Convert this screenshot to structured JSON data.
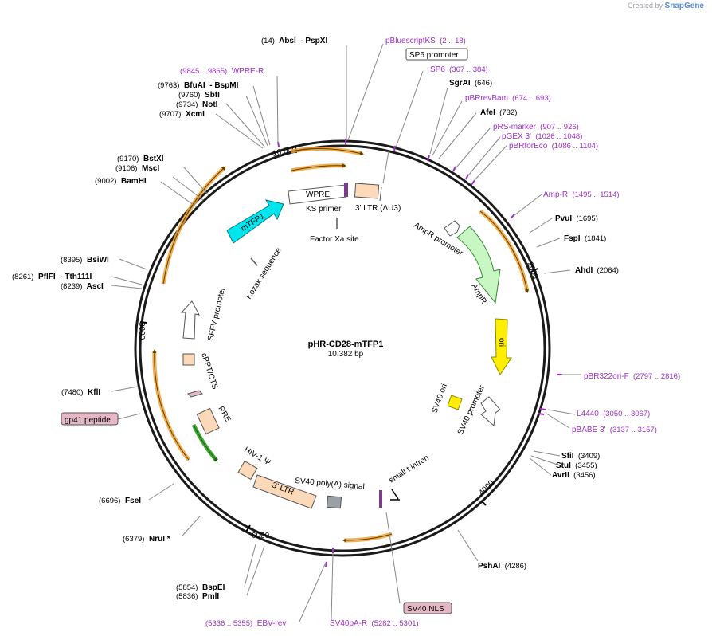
{
  "app": {
    "credit_prefix": "Created by",
    "credit_brand": "SnapGene"
  },
  "plasmid": {
    "name": "pHR-CD28-mTFP1",
    "size": "10,382 bp"
  },
  "ticks": [
    "2000",
    "4000",
    "6000",
    "8000",
    "10,000"
  ],
  "enzymes": [
    {
      "id": "absi",
      "parts": [
        {
          "t": "(14)",
          "c": "pos"
        },
        {
          "t": "  AbsI",
          "c": "enz"
        },
        {
          "t": "  - PspXI",
          "c": "enz"
        }
      ]
    },
    {
      "id": "bfuai",
      "parts": [
        {
          "t": "(9763)",
          "c": "pos"
        },
        {
          "t": "  BfuAI",
          "c": "enz"
        },
        {
          "t": "  - BspMI",
          "c": "enz"
        }
      ]
    },
    {
      "id": "sbfi",
      "parts": [
        {
          "t": "(9760)",
          "c": "pos"
        },
        {
          "t": "  SbfI",
          "c": "enz"
        }
      ]
    },
    {
      "id": "noti",
      "parts": [
        {
          "t": "(9734)",
          "c": "pos"
        },
        {
          "t": "  NotI",
          "c": "enz"
        }
      ]
    },
    {
      "id": "xcmi",
      "parts": [
        {
          "t": "(9707)",
          "c": "pos"
        },
        {
          "t": "  XcmI",
          "c": "enz"
        }
      ]
    },
    {
      "id": "bstxi",
      "parts": [
        {
          "t": "(9170)",
          "c": "pos"
        },
        {
          "t": "  BstXI",
          "c": "enz"
        }
      ]
    },
    {
      "id": "msci",
      "parts": [
        {
          "t": "(9106)",
          "c": "pos"
        },
        {
          "t": "  MscI",
          "c": "enz"
        }
      ]
    },
    {
      "id": "bamhi",
      "parts": [
        {
          "t": "(9002)",
          "c": "pos"
        },
        {
          "t": "  BamHI",
          "c": "enz"
        }
      ]
    },
    {
      "id": "bsiwi",
      "parts": [
        {
          "t": "(8395)",
          "c": "pos"
        },
        {
          "t": "  BsiWI",
          "c": "enz"
        }
      ]
    },
    {
      "id": "pflfi",
      "parts": [
        {
          "t": "(8261)",
          "c": "pos"
        },
        {
          "t": "  PflFI",
          "c": "enz"
        },
        {
          "t": "  - Tth111I",
          "c": "enz"
        }
      ]
    },
    {
      "id": "asci",
      "parts": [
        {
          "t": "(8239)",
          "c": "pos"
        },
        {
          "t": "  AscI",
          "c": "enz"
        }
      ]
    },
    {
      "id": "kfli",
      "parts": [
        {
          "t": "(7480)",
          "c": "pos"
        },
        {
          "t": "  KflI",
          "c": "enz"
        }
      ]
    },
    {
      "id": "fsei",
      "parts": [
        {
          "t": "(6696)",
          "c": "pos"
        },
        {
          "t": "  FseI",
          "c": "enz"
        }
      ]
    },
    {
      "id": "nrui",
      "parts": [
        {
          "t": "(6379)",
          "c": "pos"
        },
        {
          "t": "  NruI *",
          "c": "enz"
        }
      ]
    },
    {
      "id": "bspei",
      "parts": [
        {
          "t": "(5854)",
          "c": "pos"
        },
        {
          "t": "  BspEI",
          "c": "enz"
        }
      ]
    },
    {
      "id": "pmli",
      "parts": [
        {
          "t": "(5836)",
          "c": "pos"
        },
        {
          "t": "  PmlI",
          "c": "enz"
        }
      ]
    },
    {
      "id": "sgrai",
      "parts": [
        {
          "t": "SgrAI",
          "c": "enz"
        },
        {
          "t": "  (646)",
          "c": "pos"
        }
      ]
    },
    {
      "id": "afei",
      "parts": [
        {
          "t": "AfeI",
          "c": "enz"
        },
        {
          "t": "  (732)",
          "c": "pos"
        }
      ]
    },
    {
      "id": "pvui",
      "parts": [
        {
          "t": "PvuI",
          "c": "enz"
        },
        {
          "t": "  (1695)",
          "c": "pos"
        }
      ]
    },
    {
      "id": "fspi",
      "parts": [
        {
          "t": "FspI",
          "c": "enz"
        },
        {
          "t": "  (1841)",
          "c": "pos"
        }
      ]
    },
    {
      "id": "ahdi",
      "parts": [
        {
          "t": "AhdI",
          "c": "enz"
        },
        {
          "t": "  (2064)",
          "c": "pos"
        }
      ]
    },
    {
      "id": "sfii",
      "parts": [
        {
          "t": "SfiI",
          "c": "enz"
        },
        {
          "t": "  (3409)",
          "c": "pos"
        }
      ]
    },
    {
      "id": "stui",
      "parts": [
        {
          "t": "StuI",
          "c": "enz"
        },
        {
          "t": "  (3455)",
          "c": "pos"
        }
      ]
    },
    {
      "id": "avrii",
      "parts": [
        {
          "t": "AvrII",
          "c": "enz"
        },
        {
          "t": "  (3456)",
          "c": "pos"
        }
      ]
    },
    {
      "id": "pshai",
      "parts": [
        {
          "t": "PshAI",
          "c": "enz"
        },
        {
          "t": "  (4286)",
          "c": "pos"
        }
      ]
    }
  ],
  "primers": [
    {
      "id": "pbluescriptks",
      "parts": [
        {
          "t": "pBluescriptKS",
          "c": ""
        },
        {
          "t": "  (2 .. 18)",
          "c": "pos"
        }
      ]
    },
    {
      "id": "wpre-r",
      "parts": [
        {
          "t": "(9845 .. 9865)",
          "c": "pos"
        },
        {
          "t": "  WPRE-R",
          "c": ""
        }
      ]
    },
    {
      "id": "sp6",
      "parts": [
        {
          "t": "SP6",
          "c": ""
        },
        {
          "t": "  (367 .. 384)",
          "c": "pos"
        }
      ]
    },
    {
      "id": "pbrrevbam",
      "parts": [
        {
          "t": "pBRrevBam",
          "c": ""
        },
        {
          "t": "  (674 .. 693)",
          "c": "pos"
        }
      ]
    },
    {
      "id": "prs-marker",
      "parts": [
        {
          "t": "pRS-marker",
          "c": ""
        },
        {
          "t": "  (907 .. 926)",
          "c": "pos"
        }
      ]
    },
    {
      "id": "pgex3",
      "parts": [
        {
          "t": "pGEX 3'",
          "c": ""
        },
        {
          "t": "  (1026 .. 1048)",
          "c": "pos"
        }
      ]
    },
    {
      "id": "pbrforeco",
      "parts": [
        {
          "t": "pBRforEco",
          "c": ""
        },
        {
          "t": "  (1086 .. 1104)",
          "c": "pos"
        }
      ]
    },
    {
      "id": "amp-r",
      "parts": [
        {
          "t": "Amp-R",
          "c": ""
        },
        {
          "t": "  (1495 .. 1514)",
          "c": "pos"
        }
      ]
    },
    {
      "id": "pbr322ori-f",
      "parts": [
        {
          "t": "pBR322ori-F",
          "c": ""
        },
        {
          "t": "  (2797 .. 2816)",
          "c": "pos"
        }
      ]
    },
    {
      "id": "l4440",
      "parts": [
        {
          "t": "L4440",
          "c": ""
        },
        {
          "t": "  (3050 .. 3067)",
          "c": "pos"
        }
      ]
    },
    {
      "id": "pbabe3",
      "parts": [
        {
          "t": "pBABE 3'",
          "c": ""
        },
        {
          "t": "  (3137 .. 3157)",
          "c": "pos"
        }
      ]
    },
    {
      "id": "ebv-rev",
      "parts": [
        {
          "t": "(5336 .. 5355)",
          "c": "pos"
        },
        {
          "t": "  EBV-rev",
          "c": ""
        }
      ]
    },
    {
      "id": "sv40pa-r",
      "parts": [
        {
          "t": "SV40pA-R",
          "c": ""
        },
        {
          "t": "  (5282 .. 5301)",
          "c": "pos"
        }
      ]
    }
  ],
  "boxed_labels": {
    "sp6_promoter": "SP6 promoter",
    "gp41_peptide": "gp41 peptide",
    "sv40_nls": "SV40 NLS"
  },
  "features": {
    "wpre": "WPRE",
    "ks_primer": "KS primer",
    "ltr3_du3": "3' LTR (ΔU3)",
    "mtfp1": "mTFP1",
    "factor_xa": "Factor Xa site",
    "kozak": "Kozak sequence",
    "ampr_promoter": "AmpR promoter",
    "ampr": "AmpR",
    "ori": "ori",
    "sffv": "SFFV promoter",
    "cppt": "cPPT/CTS",
    "rre": "RRE",
    "sv40_ori": "SV40 ori",
    "sv40_promoter": "SV40 promoter",
    "hiv_psi": "HIV-1 Ψ",
    "ltr3": "3' LTR",
    "sv40_polya": "SV40 poly(A) signal",
    "small_t": "small t intron"
  },
  "colors": {
    "ring": "#1a1a1a",
    "primer": "#9b30c8",
    "orf_arc": "#f0a030",
    "mtfp1": "#00e5ee",
    "ltr": "#fcd9b8",
    "ampr": "#c9f7c4",
    "ori": "#ffee00",
    "rre": "#fcd9b8",
    "sv40_polya": "#9aa0a6",
    "gp41": "#e6b8c6",
    "green_arc": "#3fa832"
  }
}
